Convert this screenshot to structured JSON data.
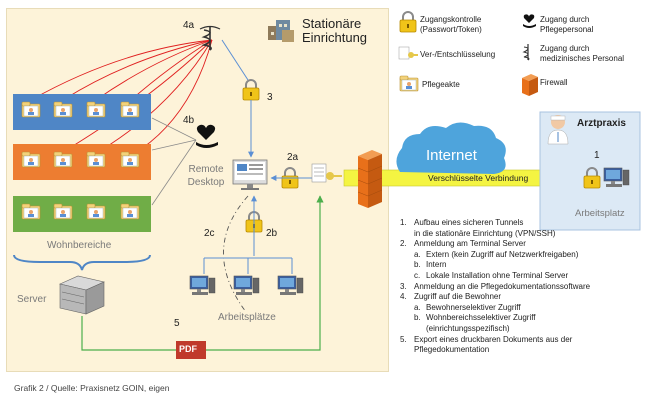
{
  "facility": {
    "title_line1": "Stationäre",
    "title_line2": "Einrichtung"
  },
  "labels": {
    "n4a": "4a",
    "n4b": "4b",
    "n3": "3",
    "n2a": "2a",
    "n2b": "2b",
    "n2c": "2c",
    "n5": "5",
    "n1": "1",
    "remote_line1": "Remote",
    "remote_line2": "Desktop",
    "wohnbereiche": "Wohnbereiche",
    "server": "Server",
    "arbeitsplaetze": "Arbeitsplätze",
    "pdf": "PDF",
    "internet": "Internet",
    "tunnel": "Verschlüsselte Verbindung",
    "arztpraxis": "Arztpraxis",
    "arbeitsplatz": "Arbeitsplatz"
  },
  "legend": [
    {
      "icon": "lock-icon",
      "text1": "Zugangskontrolle",
      "text2": "(Passwort/Token)"
    },
    {
      "icon": "heart-hand-icon",
      "text1": "Zugang durch",
      "text2": "Pflegepersonal"
    },
    {
      "icon": "key-icon",
      "text1": "Ver-/Entschlüsselung",
      "text2": ""
    },
    {
      "icon": "caduceus-icon",
      "text1": "Zugang durch",
      "text2": "medizinisches Personal"
    },
    {
      "icon": "folder-icon",
      "text1": "Pflegeakte",
      "text2": ""
    },
    {
      "icon": "firewall-icon",
      "text1": "Firewall",
      "text2": ""
    }
  ],
  "steps": [
    {
      "n": "1.",
      "sub": "",
      "lines": [
        "Aufbau eines sicheren Tunnels",
        "in die stationäre Einrichtung (VPN/SSH)"
      ]
    },
    {
      "n": "2.",
      "sub": "",
      "lines": [
        "Anmeldung am Terminal Server"
      ]
    },
    {
      "n": "",
      "sub": "a.",
      "lines": [
        "Extern (kein Zugriff auf Netzwerkfreigaben)"
      ]
    },
    {
      "n": "",
      "sub": "b.",
      "lines": [
        "Intern"
      ]
    },
    {
      "n": "",
      "sub": "c.",
      "lines": [
        "Lokale Installation ohne Terminal Server"
      ]
    },
    {
      "n": "3.",
      "sub": "",
      "lines": [
        "Anmeldung an die Pflegedokumentationssoftware"
      ]
    },
    {
      "n": "4.",
      "sub": "",
      "lines": [
        "Zugriff auf die Bewohner"
      ]
    },
    {
      "n": "",
      "sub": "a.",
      "lines": [
        "Bewohnerselektiver Zugriff"
      ]
    },
    {
      "n": "",
      "sub": "b.",
      "lines": [
        "Wohnbereichsselektiver Zugriff",
        "(einrichtungsspezifisch)"
      ]
    },
    {
      "n": "5.",
      "sub": "",
      "lines": [
        "Export eines druckbaren Dokuments aus der",
        "Pflegedokumentation"
      ]
    }
  ],
  "caption": "Grafik 2 / Quelle: Praxisnetz GOIN, eigen",
  "colors": {
    "blue": "#4f86c6",
    "orange": "#ed7d31",
    "green": "#70ad47",
    "facility_bg": "#fdf3d9",
    "red_line": "#e02020",
    "cloud": "#4ea4dc",
    "tunnel": "#f4f442",
    "firewall": "#e8701a"
  }
}
